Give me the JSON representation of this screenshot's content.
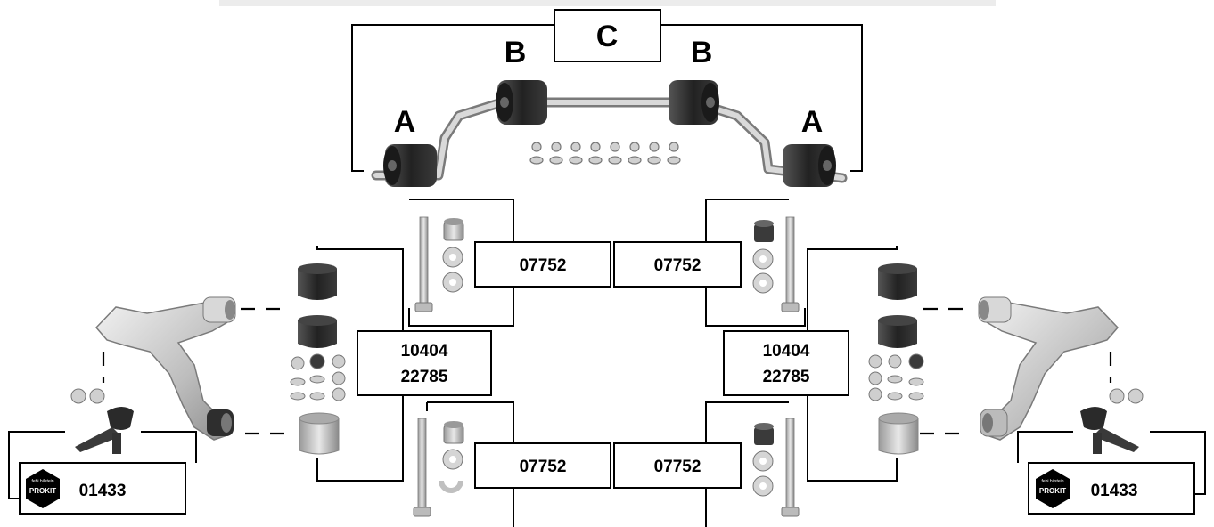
{
  "labels": {
    "a_left": "A",
    "a_right": "A",
    "b_left": "B",
    "b_right": "B",
    "c": "C"
  },
  "codes": {
    "bolt_top_left": "07752",
    "bolt_top_right": "07752",
    "bolt_bottom_left": "07752",
    "bolt_bottom_right": "07752",
    "bushing_left_line1": "10404",
    "bushing_left_line2": "22785",
    "bushing_right_line1": "10404",
    "bushing_right_line2": "22785",
    "balljoint_left": "01433",
    "balljoint_right": "01433"
  },
  "brand": {
    "logo_word": "PROKIT",
    "logo_sub": "febi bilstein"
  },
  "colors": {
    "rubber": "#2e2e2e",
    "metal": "#c8c8c8",
    "top_bar": "#ececec",
    "line": "#000000"
  }
}
